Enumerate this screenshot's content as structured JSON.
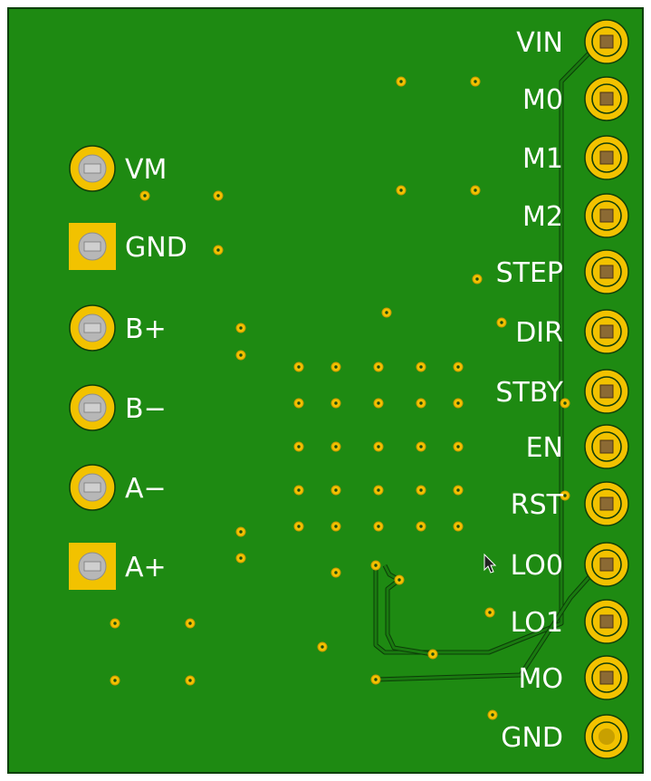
{
  "board": {
    "background_color": "#1e8a12",
    "outline_color": "#0a3f07",
    "copper_color": "#f2c200",
    "trace_color": "#1a7a10",
    "trace_outline_color": "#0c3d08",
    "hole_color": "#b7b7b7"
  },
  "left_header": {
    "pins": [
      {
        "label": "VM",
        "shape": "round"
      },
      {
        "label": "GND",
        "shape": "square"
      },
      {
        "label": "B+",
        "shape": "round"
      },
      {
        "label": "B−",
        "shape": "round"
      },
      {
        "label": "A−",
        "shape": "round"
      },
      {
        "label": "A+",
        "shape": "square"
      }
    ]
  },
  "right_header": {
    "pins": [
      {
        "label": "VIN",
        "shape": "round"
      },
      {
        "label": "M0",
        "shape": "round"
      },
      {
        "label": "M1",
        "shape": "round"
      },
      {
        "label": "M2",
        "shape": "round"
      },
      {
        "label": "STEP",
        "shape": "round"
      },
      {
        "label": "DIR",
        "shape": "round"
      },
      {
        "label": "STBY",
        "shape": "round"
      },
      {
        "label": "EN",
        "shape": "round"
      },
      {
        "label": "RST",
        "shape": "round"
      },
      {
        "label": "LO0",
        "shape": "round"
      },
      {
        "label": "LO1",
        "shape": "round"
      },
      {
        "label": "MO",
        "shape": "round"
      },
      {
        "label": "GND",
        "shape": "round-plain"
      }
    ]
  },
  "cursor": {
    "icon": "arrow-cursor-icon"
  }
}
